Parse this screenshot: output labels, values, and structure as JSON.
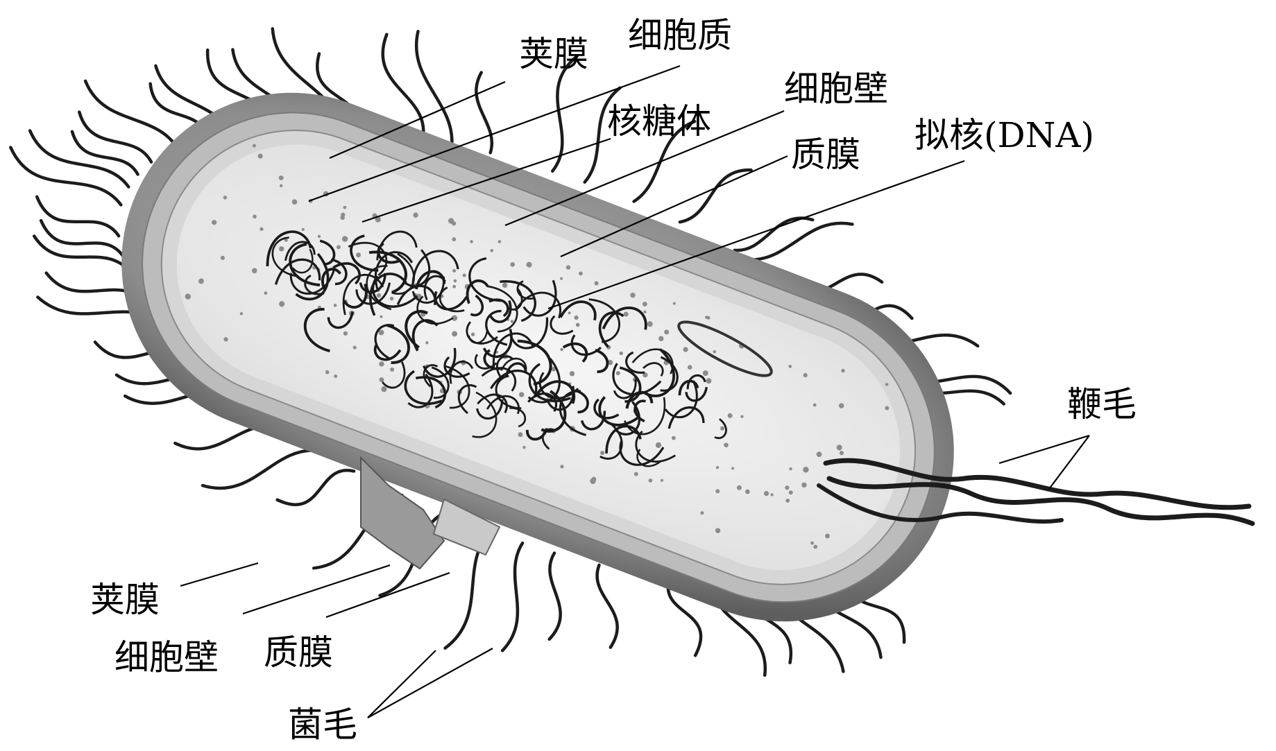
{
  "labels": {
    "capsule_top": "荚膜",
    "cytoplasm": "细胞质",
    "cell_wall_top": "细胞壁",
    "ribosome": "核糖体",
    "plasma_membrane_top": "质膜",
    "nucleoid": "拟核(DNA)",
    "flagellum": "鞭毛",
    "capsule_bottom": "荚膜",
    "cell_wall_bottom": "细胞壁",
    "plasma_membrane_bottom": "质膜",
    "pili": "菌毛"
  },
  "colors": {
    "capsule": "#8a8a8a",
    "cell_wall": "#b9b9b9",
    "membrane": "#d8d8d8",
    "cytoplasm": "#ededed",
    "dna": "#1a1a1a",
    "line": "#000000"
  }
}
